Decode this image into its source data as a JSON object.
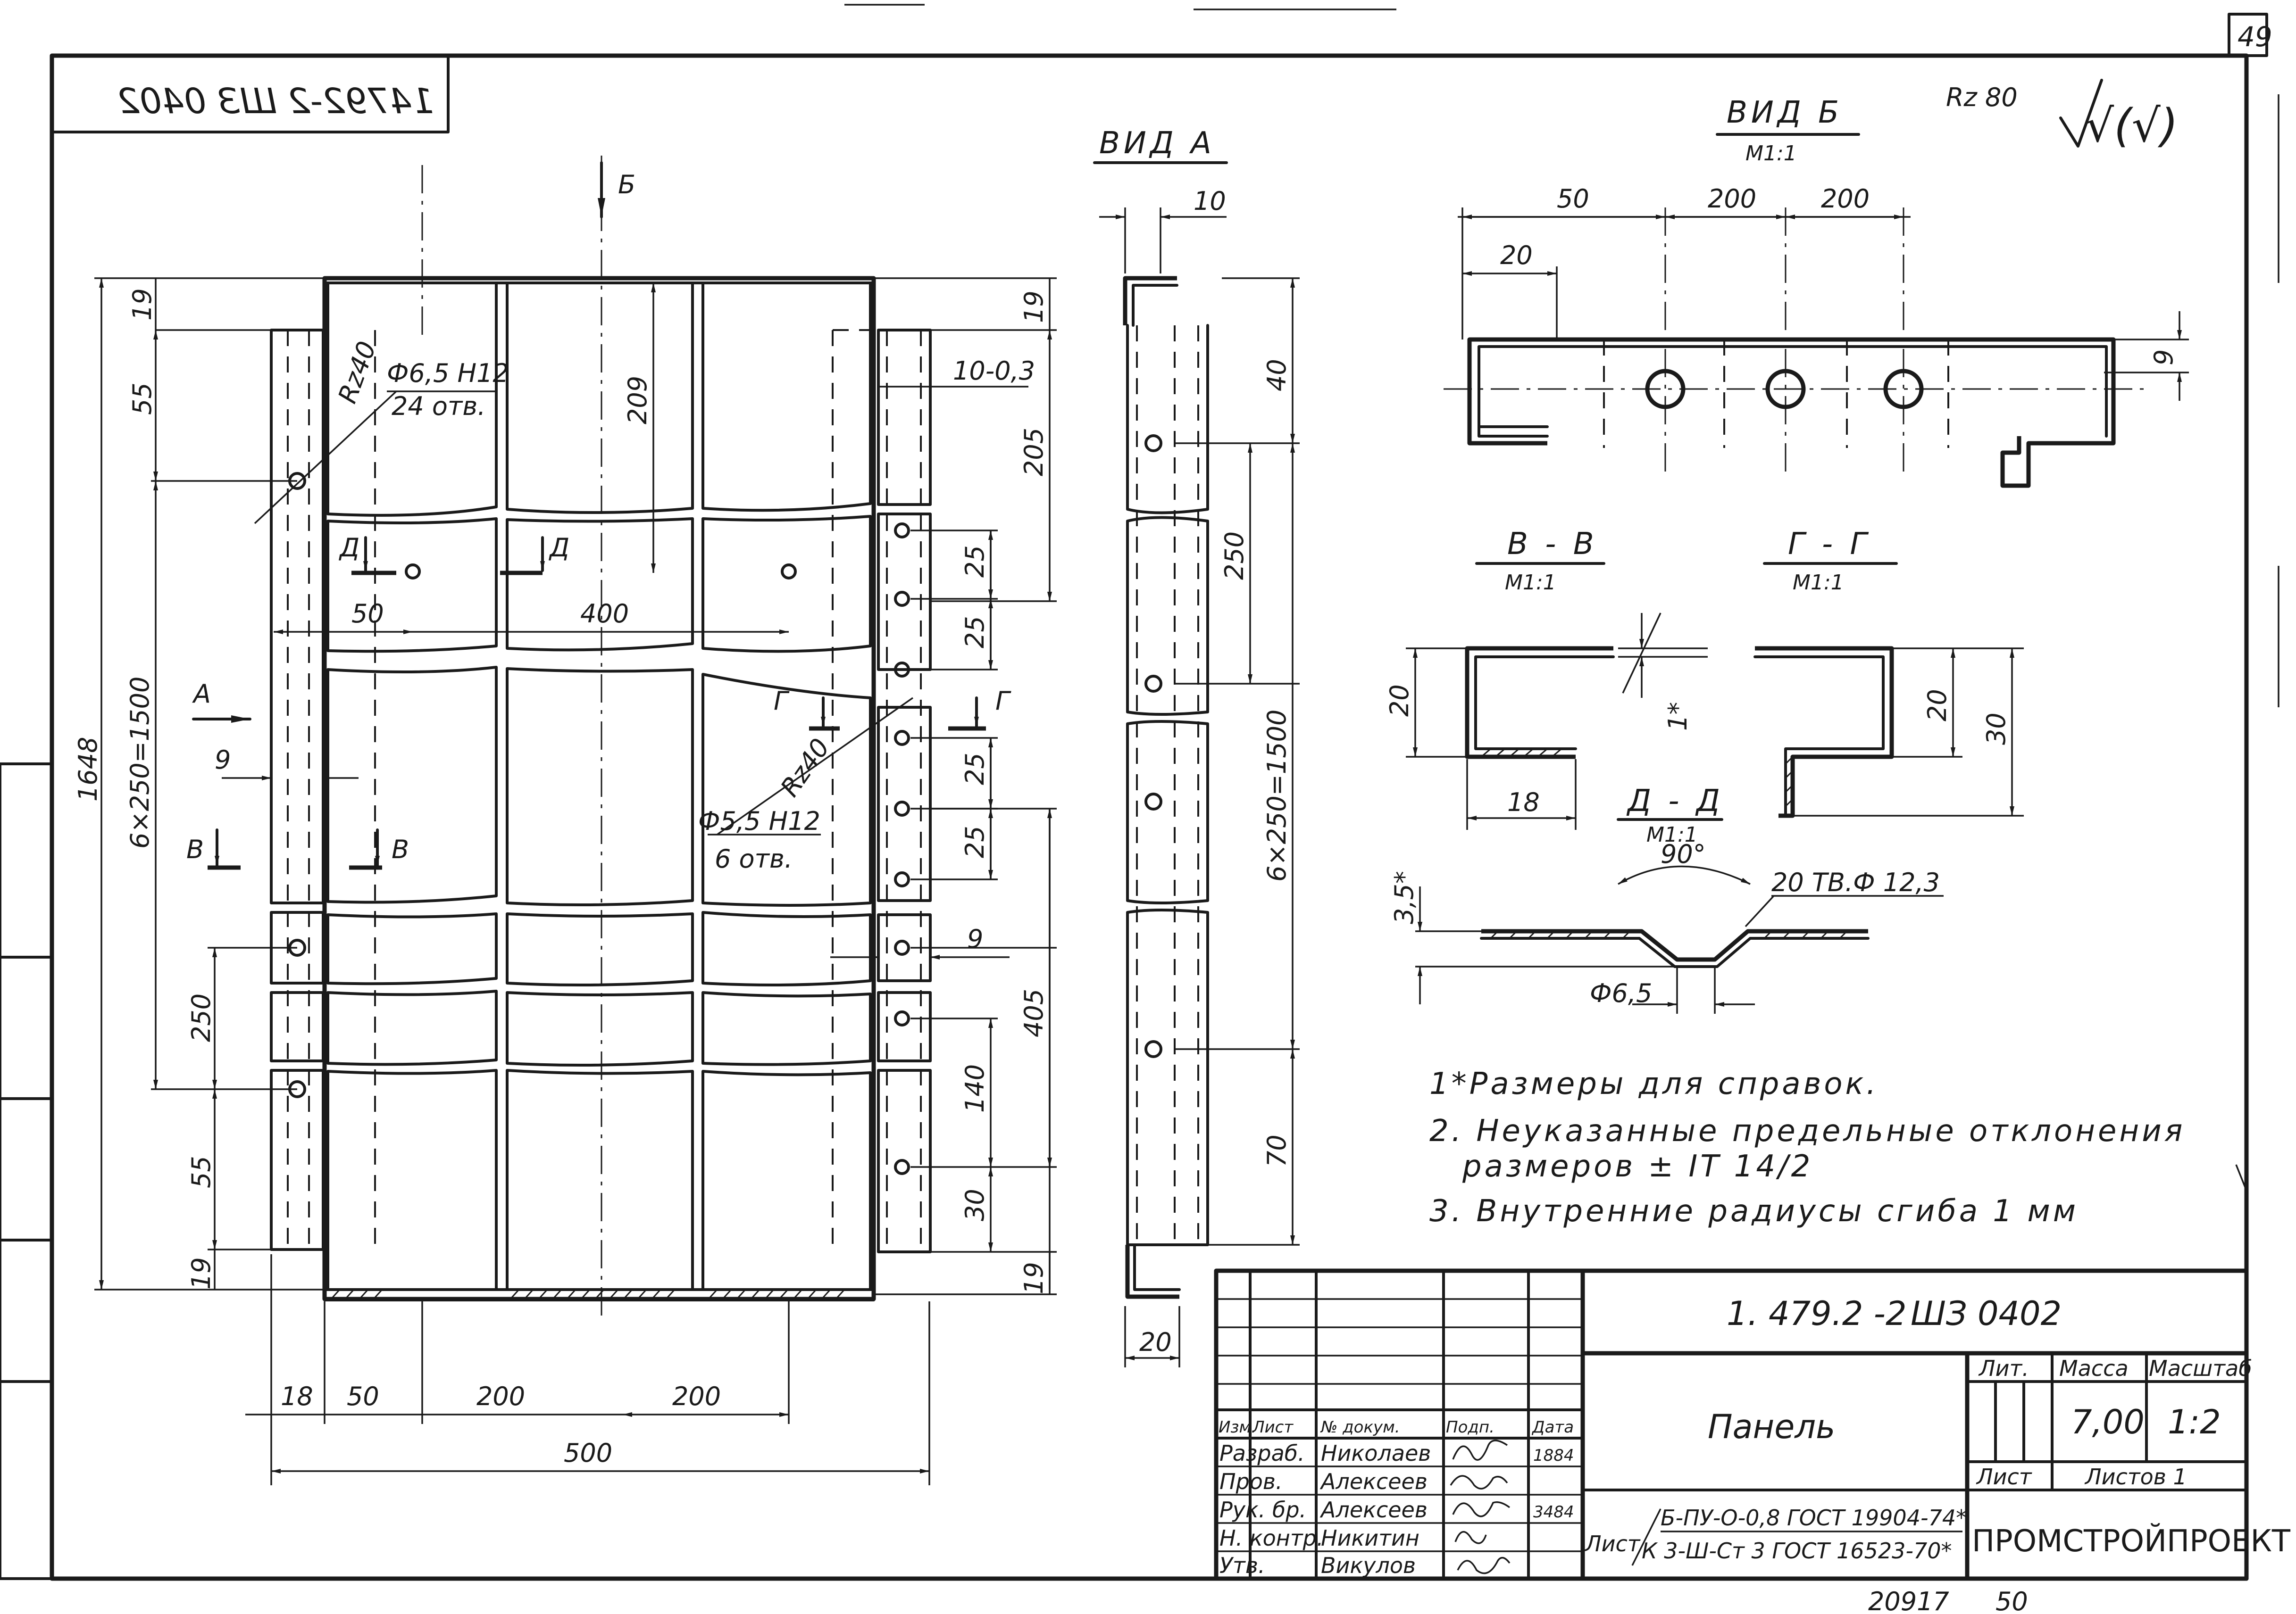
{
  "sheet_number": "49",
  "stamp_mirrored": "14792-2 ШЗ 0402",
  "roughness": {
    "label": "Rz 80",
    "symbol": "√(√)"
  },
  "main_view": {
    "cut_marker_b": "Б",
    "hole_note_large": {
      "size": "Ф6,5 Н12",
      "count": "24 отв."
    },
    "hole_note_small": {
      "size": "Ф5,5 Н12",
      "count": "6 отв."
    },
    "radius_top": "Rz40",
    "radius_mid": "Rz40",
    "section_d_left": "Д",
    "section_d_right": "Д",
    "section_g_left": "Г",
    "section_g_right": "Г",
    "section_v_left": "В",
    "section_v_right": "В",
    "view_a_arrow": "А",
    "dim_left_overall": "1648",
    "dim_left_pitch": "6×250=1500",
    "dim_left_19_top": "19",
    "dim_left_55_top": "55",
    "dim_left_250": "250",
    "dim_left_55_bottom": "55",
    "dim_left_19_bottom": "19",
    "dim_9": "9",
    "dim_209": "209",
    "dim_50": "50",
    "dim_400": "400",
    "dim_10_03": "10-0,3",
    "dim_205": "205",
    "dim_19_right_top": "19",
    "dim_25_a": "25",
    "dim_25_b": "25",
    "dim_25_c": "25",
    "dim_25_d": "25",
    "dim_9_right": "9",
    "dim_405": "405",
    "dim_140": "140",
    "dim_30": "30",
    "dim_19_right_bottom": "19",
    "dim_bottom_18": "18",
    "dim_bottom_50": "50",
    "dim_bottom_200a": "200",
    "dim_bottom_200b": "200",
    "dim_bottom_500": "500"
  },
  "view_a": {
    "title": "ВИД А",
    "dim_10": "10",
    "dim_40": "40",
    "dim_250": "250",
    "dim_pitch": "6×250=1500",
    "dim_70": "70",
    "dim_20": "20"
  },
  "view_b": {
    "title": "ВИД Б",
    "scale": "М1:1",
    "dim_50": "50",
    "dim_200a": "200",
    "dim_200b": "200",
    "dim_20": "20",
    "dim_9": "9"
  },
  "section_vv": {
    "title": "В - В",
    "scale": "М1:1",
    "dim_20": "20",
    "dim_18": "18",
    "dim_1": "1*"
  },
  "section_gg": {
    "title": "Г - Г",
    "scale": "М1:1",
    "dim_20": "20",
    "dim_30": "30"
  },
  "section_dd": {
    "title": "Д - Д",
    "scale": "М1:1",
    "angle": "90°",
    "holes": "20 ТВ.Ф 12,3",
    "dim_35": "3,5*",
    "dim_65": "Ф6,5"
  },
  "notes": [
    "1*Размеры для справок.",
    "2. Неуказанные предельные отклонения",
    "размеров ± IT 14/2",
    "3. Внутренние радиусы сгиба 1 мм"
  ],
  "title_block": {
    "designation": "1. 479.2 -2",
    "code": "ШЗ 0402",
    "name": "Панель",
    "header_cols": [
      "Изм.",
      "Лист",
      "№ докум.",
      "Подп.",
      "Дата"
    ],
    "roles": [
      {
        "role": "Разраб.",
        "name": "Николаев",
        "date": "1884"
      },
      {
        "role": "Пров.",
        "name": "Алексеев",
        "date": ""
      },
      {
        "role": "Рук. бр.",
        "name": "Алексеев",
        "date": "3484"
      },
      {
        "role": "Н. контр.",
        "name": "Никитин",
        "date": ""
      },
      {
        "role": "Утв.",
        "name": "Викулов",
        "date": ""
      }
    ],
    "lit_label": "Лит.",
    "mass_label": "Масса",
    "scale_label": "Масштаб",
    "mass": "7,00",
    "scale": "1:2",
    "sheet_label": "Лист",
    "sheets_label": "Листов 1",
    "material_prefix": "Лист",
    "material_line1": "Б-ПУ-О-0,8 ГОСТ 19904-74*",
    "material_line2": "К 3-Ш-Ст 3 ГОСТ 16523-70*",
    "organization": "ПРОМСТРОЙПРОЕКТ"
  },
  "footer_number": "20917",
  "footer_page": "50"
}
